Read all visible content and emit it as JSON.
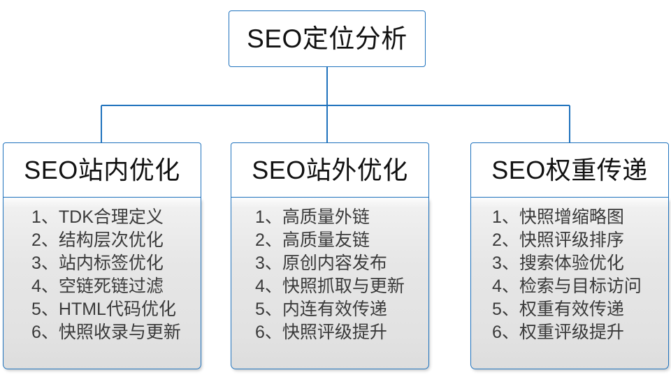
{
  "diagram": {
    "type": "org-tree",
    "accent_color": "#1f72bd",
    "body_fill_top": "#fdfdfd",
    "body_fill_bottom": "#dddddd",
    "header_fill": "#ffffff",
    "text_color": "#111111",
    "list_text_color": "#3a3a3a",
    "root": {
      "label": "SEO定位分析"
    },
    "branches": [
      {
        "header": "SEO站内优化",
        "items": [
          "1、TDK合理定义",
          "2、结构层次优化",
          "3、站内标签优化",
          "4、空链死链过滤",
          "5、HTML代码优化",
          "6、快照收录与更新"
        ]
      },
      {
        "header": "SEO站外优化",
        "items": [
          "1、高质量外链",
          "2、高质量友链",
          "3、原创内容发布",
          "4、快照抓取与更新",
          "5、内连有效传递",
          "6、快照评级提升"
        ]
      },
      {
        "header": "SEO权重传递",
        "items": [
          "1、快照增缩略图",
          "2、快照评级排序",
          "3、搜索体验优化",
          "4、检索与目标访问",
          "5、权重有效传递",
          "6、权重评级提升"
        ]
      }
    ]
  }
}
